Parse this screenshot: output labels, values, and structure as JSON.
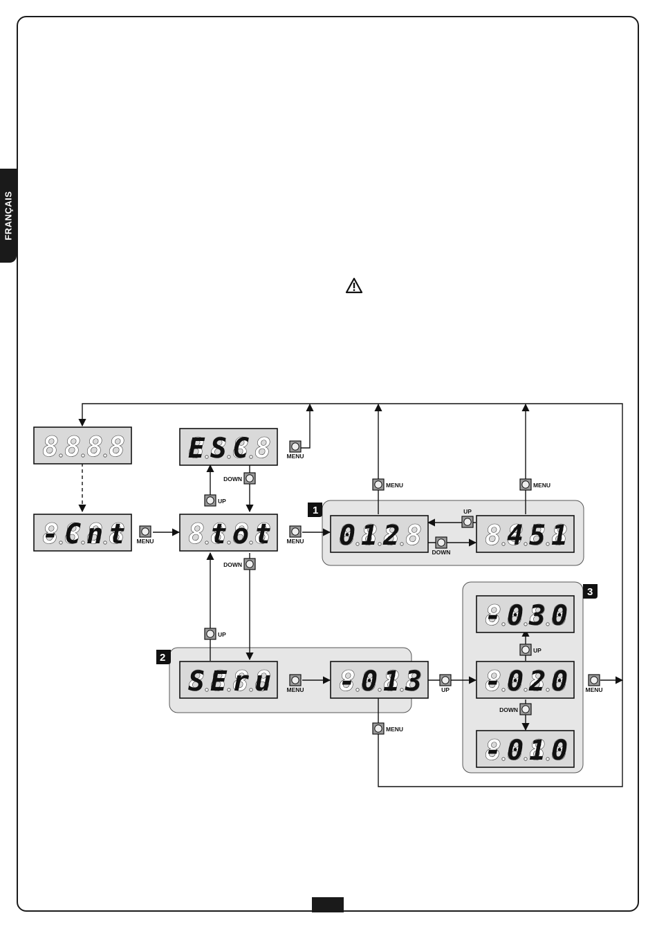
{
  "sidebar": {
    "language": "FRANÇAIS"
  },
  "icons": {
    "warning": "warning-triangle-icon",
    "button": "push-button-icon"
  },
  "colors": {
    "display_bg": "#d9d9d9",
    "group_bg": "#e6e6e6",
    "badge_bg": "#111111",
    "line": "#111111"
  },
  "groups": [
    {
      "number": "1"
    },
    {
      "number": "2"
    },
    {
      "number": "3"
    }
  ],
  "displays": {
    "clock": {
      "chars": [
        "8",
        "8",
        "8",
        "8"
      ],
      "dots": [
        true,
        true,
        true,
        false
      ]
    },
    "cnt": {
      "chars": [
        "-",
        "C",
        "n",
        "t"
      ],
      "dots": [
        true,
        true,
        true,
        false
      ]
    },
    "esc": {
      "chars": [
        "E",
        "S",
        "C",
        "8"
      ],
      "dots": [
        true,
        true,
        true,
        false
      ]
    },
    "tot": {
      "chars": [
        "8",
        "t",
        "o",
        "t"
      ],
      "dots": [
        true,
        true,
        true,
        false
      ]
    },
    "total_value": {
      "chars": [
        "0",
        "1",
        "2",
        "8"
      ],
      "dots": [
        true,
        true,
        true,
        false
      ]
    },
    "total_value_low": {
      "chars": [
        "8",
        "4",
        "5",
        "1"
      ],
      "dots": [
        true,
        true,
        true,
        false
      ]
    },
    "serv": {
      "chars": [
        "S",
        "E",
        "r",
        "u"
      ],
      "dots": [
        true,
        true,
        true,
        false
      ]
    },
    "serv_value": {
      "chars": [
        "-",
        "0",
        "1",
        "3"
      ],
      "dots": [
        true,
        true,
        true,
        false
      ]
    },
    "serv_up": {
      "chars": [
        "-",
        "0",
        "3",
        "0"
      ],
      "dots": [
        true,
        true,
        true,
        false
      ]
    },
    "serv_mid": {
      "chars": [
        "-",
        "0",
        "2",
        "0"
      ],
      "dots": [
        true,
        true,
        true,
        false
      ]
    },
    "serv_down": {
      "chars": [
        "-",
        "0",
        "1",
        "0"
      ],
      "dots": [
        true,
        true,
        true,
        false
      ]
    }
  },
  "buttons": {
    "menu_label": "MENU",
    "up_label": "UP",
    "down_label": "DOWN"
  }
}
